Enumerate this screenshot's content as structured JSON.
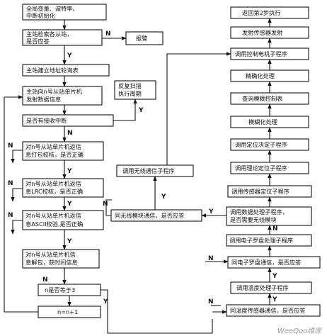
{
  "left_column": {
    "init": [
      "全局变量、波特率、",
      "中断初始化"
    ],
    "master_check": [
      "主站检索各从站，",
      "是否应答"
    ],
    "alarm": "报警",
    "build_table": "主站建立地址轮询表",
    "send_data": [
      "主站向n号从站单片机",
      "发射数据信息"
    ],
    "rx_interrupt": "是否有接收中断",
    "rescan": [
      "反复扫描",
      "执行周期"
    ],
    "pack_check": [
      "对n号从站单片机返信",
      "息打包校核，是否正确"
    ],
    "lrc_check": [
      "对n号从站单片机返信",
      "息LRC校核，是否正确"
    ],
    "ascii_check": [
      "对n号从站单片机返信",
      "息ASCII校验,是否正确"
    ],
    "unpack": [
      "对n号从站单片机信",
      "息解包，获时间信息"
    ],
    "n_equals_3": "n是否等于3",
    "n_increment": "n=n+1"
  },
  "middle": {
    "call_wireless": "调用无线通信子程序",
    "wireless_comm": "同无线模块通信，是否应答"
  },
  "right_column": {
    "return_step2": "返回第2步执行",
    "fire_sensor": "发射传感器发射",
    "call_motor": "调用控制电机子程序",
    "refine": "精确化处理",
    "lookup_fuzzy": "查询模糊控制表",
    "fuzzify": "模糊化处理",
    "call_position_decision": "调用定位决定子程序",
    "call_theory_position": "调用理论定位子程序",
    "call_sensor_position": "调用传感器定位子程序",
    "call_data_process": [
      "调用数据处理子程序，",
      "是否需要无线模块"
    ],
    "call_compass_process": "调用电子罗盘处理子程序",
    "compass_comm": "同电子罗盘通信，是否应答",
    "call_temp_process": "调用温度处理子程序",
    "temp_sensor_comm": "同温度传感器通信，是否应答"
  },
  "labels": {
    "yes": "Y",
    "no": "N"
  },
  "watermark": "WeeQoo维库"
}
